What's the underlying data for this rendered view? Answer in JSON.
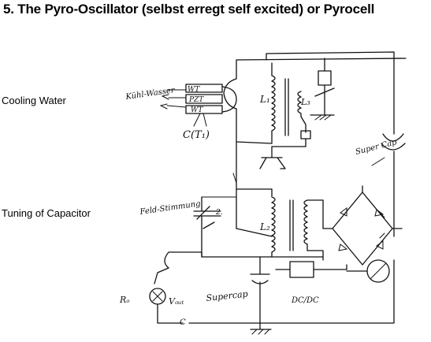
{
  "title": "5. The Pyro-Oscillator (selbst erregt  self excited)   or  Pyrocell",
  "labels": {
    "cooling_water": "Cooling Water",
    "tuning_capacitor": "Tuning of Capacitor"
  },
  "sketch": {
    "kuehl_wasser": "Kühl-Wasser",
    "wt_top": "WT",
    "pzt": "PZT",
    "wt_bottom": "WT",
    "c_t": "C(T₁)",
    "l1": "L₁",
    "l2": "L₂",
    "l3": "L₃",
    "super_cap_right": "Super Cap",
    "feld_stimmung": "Feld-Stimmung",
    "cap_value": "2.",
    "r_out": "Rₒ",
    "v_out": "Vₒᵤₜ",
    "supercap_bottom": "Supercap",
    "dc_dc": "DC/DC",
    "c_bottom": "C"
  }
}
